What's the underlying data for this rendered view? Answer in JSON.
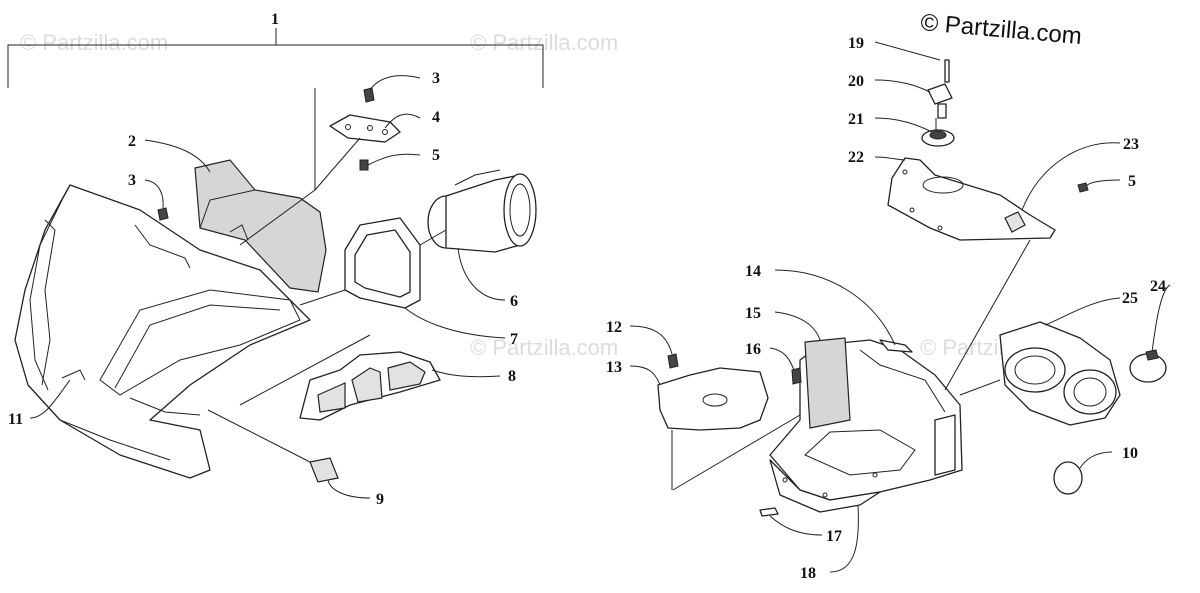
{
  "diagram": {
    "copyright": "© Partzilla.com",
    "watermark_text": "© Partzilla.com",
    "callouts": [
      "1",
      "2",
      "3",
      "3",
      "4",
      "5",
      "6",
      "7",
      "8",
      "9",
      "11",
      "12",
      "13",
      "14",
      "15",
      "16",
      "17",
      "18",
      "19",
      "20",
      "21",
      "22",
      "23",
      "5",
      "24",
      "25",
      "10"
    ]
  }
}
